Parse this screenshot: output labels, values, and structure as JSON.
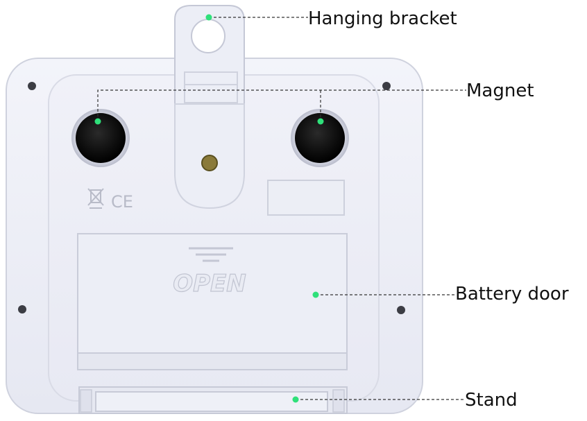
{
  "callouts": {
    "hanging_bracket": "Hanging bracket",
    "magnet": "Magnet",
    "battery_door": "Battery door",
    "stand": "Stand"
  },
  "battery_door_text": "OPEN",
  "certification_marks": [
    "CE"
  ],
  "colors": {
    "body": "#eff0f8",
    "body_edge": "#d2d4e0",
    "magnet": "#101010",
    "marker": "#2fe07a",
    "leader": "#333333",
    "text": "#111111"
  }
}
